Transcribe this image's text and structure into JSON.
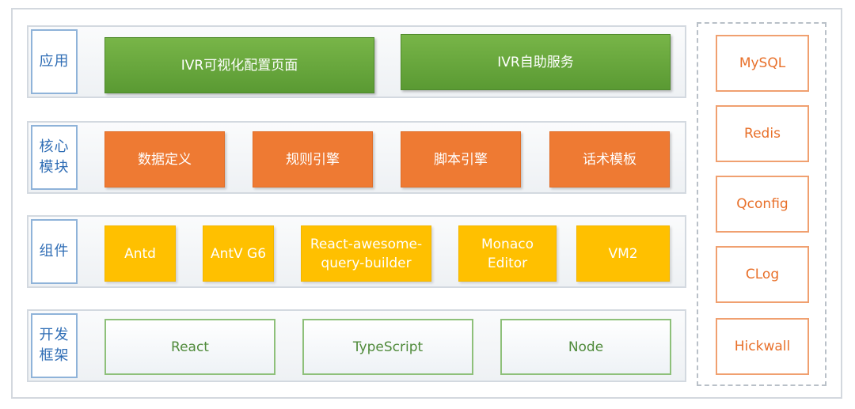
{
  "layers": [
    {
      "label": "应用",
      "items": [
        "IVR可视化配置页面",
        "IVR自助服务"
      ]
    },
    {
      "label": "核心\n模块",
      "items": [
        "数据定义",
        "规则引擎",
        "脚本引擎",
        "话术模板"
      ]
    },
    {
      "label": "组件",
      "items": [
        "Antd",
        "AntV G6",
        "React-awesome-\nquery-builder",
        "Monaco\nEditor",
        "VM2"
      ]
    },
    {
      "label": "开发\n框架",
      "items": [
        "React",
        "TypeScript",
        "Node"
      ]
    }
  ],
  "side": {
    "items": [
      "MySQL",
      "Redis",
      "Qconfig",
      "CLog",
      "Hickwall"
    ]
  },
  "colors": {
    "green": "#6aa83e",
    "orange": "#ee7a33",
    "yellow": "#ffc000",
    "label_blue": "#2f6db5",
    "side_text": "#e8702a"
  }
}
